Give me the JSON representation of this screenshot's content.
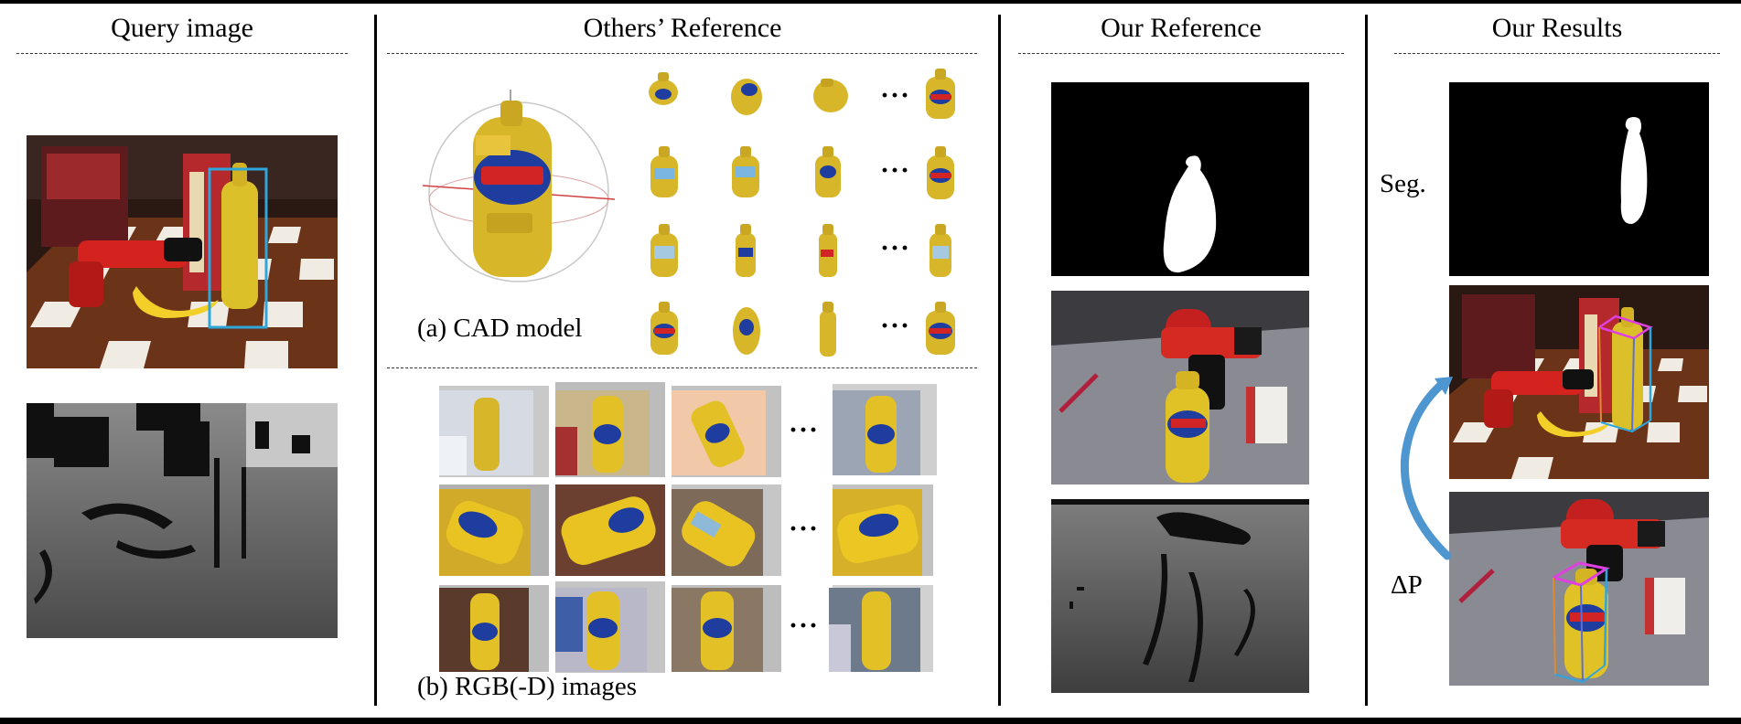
{
  "columns": {
    "query": {
      "title": "Query image"
    },
    "others": {
      "title": "Others’ Reference",
      "cad_caption": "(a) CAD model",
      "rgbd_caption": "(b) RGB(-D) images",
      "ellipsis": "···"
    },
    "our_reference": {
      "title": "Our Reference"
    },
    "our_results": {
      "title": "Our Results",
      "seg_label": "Seg.",
      "delta_label": "ΔP"
    }
  },
  "colors": {
    "mustard": "#d8b62a",
    "bbox_cyan": "#2ea6dc",
    "bbox_magenta": "#e040e0",
    "arrow_blue": "#4d96cf"
  },
  "icons": [
    "mustard-bottle",
    "drill",
    "banana",
    "cracker-box",
    "pen"
  ]
}
